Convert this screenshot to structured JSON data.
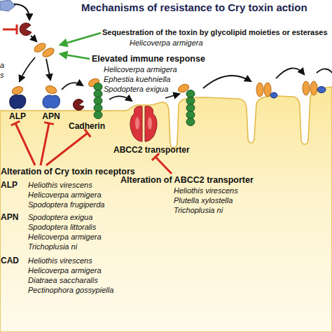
{
  "diagram": {
    "title": "Mechanisms of resistance to Cry toxin action",
    "nodes": [
      {
        "text": [
          "ALP"
        ]
      },
      {
        "text": [
          "APN"
        ]
      },
      {
        "text": [
          "Cadherin"
        ]
      },
      {
        "text": [
          "ABCC2 transporter"
        ]
      }
    ],
    "labels": [
      "a",
      "s",
      "Sequestration of the toxin by glycolipid moieties or esterases",
      "Helicoverpa armigera",
      "Elevated immune response",
      "Helicoverpa armigera",
      "Ephestia kuehniella",
      "Spodoptera exigua",
      "Alteration of Cry toxin receptors",
      "ALP",
      "Heliothis virescens",
      "Helicoverpa armigera",
      "Spodoptera frugiperda",
      "APN",
      "Spodoptera exigua",
      "Spodoptera littoralis",
      "Helicoverpa armigera",
      "Trichoplusia ni",
      "CAD",
      "Heliothis virescens",
      "Helicoverpa armigera",
      "Diatraea saccharalis",
      "Pectinophora gossypiella",
      "Alteration of ABCC2 transporter",
      "Heliothis virescens",
      "Plutella xylostella",
      "Trichoplusia ni"
    ]
  }
}
